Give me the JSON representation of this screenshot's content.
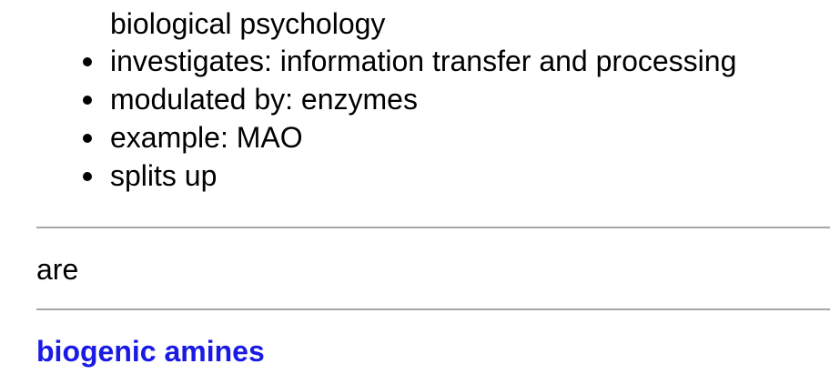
{
  "section": {
    "continued_text": "biological psychology",
    "bullets": [
      "investigates: information transfer and processing",
      "modulated by: enzymes",
      "example: MAO",
      "splits up"
    ]
  },
  "relation": {
    "label": "are"
  },
  "concept": {
    "link_label": "biogenic amines",
    "link_color": "#1a1ae6"
  },
  "colors": {
    "divider": "#a6a6a6",
    "text": "#000000",
    "background": "#ffffff"
  }
}
